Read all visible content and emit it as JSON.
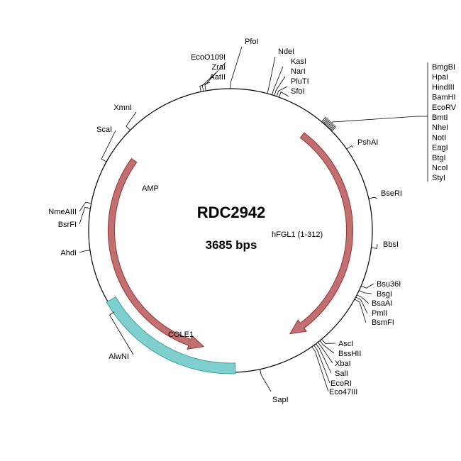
{
  "plasmid": {
    "name": "RDC2942",
    "size_label": "3685 bps"
  },
  "colors": {
    "backbone": "#000000",
    "gene_fill": "#c07070",
    "gene_stroke": "#a03030",
    "ori_fill": "#7fcfcf",
    "ori_stroke": "#3aa0a0"
  },
  "features": [
    {
      "name": "AMP",
      "kind": "arrow",
      "start_deg": 306,
      "end_deg": 193,
      "color": "gene"
    },
    {
      "name": "hFGL1 (1-312)",
      "kind": "arrow",
      "start_deg": 37,
      "end_deg": 150,
      "color": "gene"
    },
    {
      "name": "COLE1",
      "kind": "band",
      "start_deg": 178,
      "end_deg": 240,
      "color": "ori"
    }
  ],
  "sites": [
    {
      "name": "PfoI",
      "angle": 0
    },
    {
      "name": "NdeI",
      "angle": 15
    },
    {
      "name": "KasI",
      "angle": 17
    },
    {
      "name": "NarI",
      "angle": 18
    },
    {
      "name": "PluTI",
      "angle": 19
    },
    {
      "name": "SfoI",
      "angle": 20
    },
    {
      "name": "EcoO109I",
      "angle": 350
    },
    {
      "name": "ZraI",
      "angle": 349
    },
    {
      "name": "AatII",
      "angle": 348
    },
    {
      "name": "BmgBI",
      "angle": 40
    },
    {
      "name": "HpaI",
      "angle": 40.5
    },
    {
      "name": "HindIII",
      "angle": 41
    },
    {
      "name": "BamHI",
      "angle": 41.5
    },
    {
      "name": "EcoRV",
      "angle": 42
    },
    {
      "name": "BmtI",
      "angle": 42.5
    },
    {
      "name": "NheI",
      "angle": 43
    },
    {
      "name": "NotI",
      "angle": 43.5
    },
    {
      "name": "EagI",
      "angle": 44
    },
    {
      "name": "BtgI",
      "angle": 44.5
    },
    {
      "name": "NcoI",
      "angle": 45
    },
    {
      "name": "StyI",
      "angle": 45.5
    },
    {
      "name": "PshAI",
      "angle": 55
    },
    {
      "name": "BseRI",
      "angle": 77
    },
    {
      "name": "BbsI",
      "angle": 97
    },
    {
      "name": "Bsu36I",
      "angle": 113
    },
    {
      "name": "BsgI",
      "angle": 115
    },
    {
      "name": "BsaAI",
      "angle": 117
    },
    {
      "name": "PmlI",
      "angle": 118
    },
    {
      "name": "BsmFI",
      "angle": 119
    },
    {
      "name": "AscI",
      "angle": 140
    },
    {
      "name": "BssHII",
      "angle": 141
    },
    {
      "name": "XbaI",
      "angle": 142
    },
    {
      "name": "SalI",
      "angle": 143
    },
    {
      "name": "EcoRI",
      "angle": 144
    },
    {
      "name": "Eco47III",
      "angle": 145
    },
    {
      "name": "SapI",
      "angle": 168
    },
    {
      "name": "AlwNI",
      "angle": 235
    },
    {
      "name": "AhdI",
      "angle": 262
    },
    {
      "name": "BsrFI",
      "angle": 279
    },
    {
      "name": "NmeAIII",
      "angle": 281
    },
    {
      "name": "ScaI",
      "angle": 299
    },
    {
      "name": "XmnI",
      "angle": 315
    }
  ]
}
